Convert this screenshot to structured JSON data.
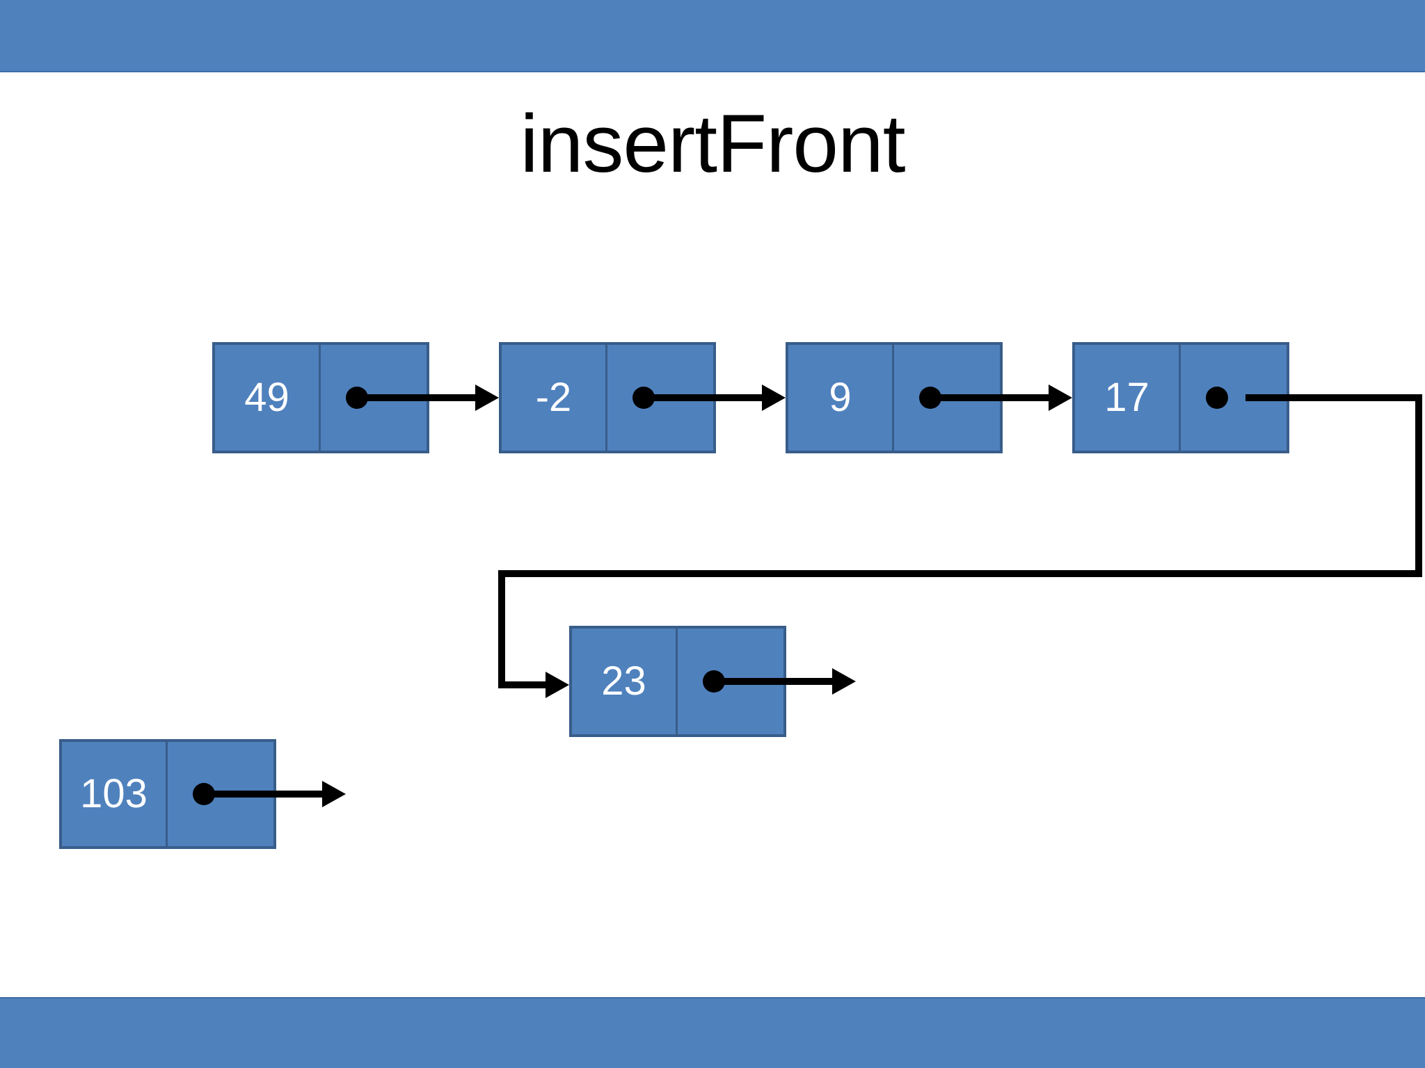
{
  "slide": {
    "title": "insertFront",
    "background_color": "#ffffff",
    "band_color": "#4f81bd",
    "node_fill_color": "#4f81bd",
    "node_border_color": "#385d8a",
    "node_text_color": "#ffffff",
    "pointer_color": "#000000"
  },
  "diagram": {
    "type": "linked-list",
    "main_list": {
      "name": "existing-list",
      "nodes": [
        {
          "value": "49"
        },
        {
          "value": "-2"
        },
        {
          "value": "9"
        },
        {
          "value": "17"
        }
      ]
    },
    "inserted_list": {
      "name": "relinked-node",
      "nodes": [
        {
          "value": "23"
        }
      ]
    },
    "detached_list": {
      "name": "detached-node",
      "nodes": [
        {
          "value": "103"
        }
      ]
    }
  }
}
